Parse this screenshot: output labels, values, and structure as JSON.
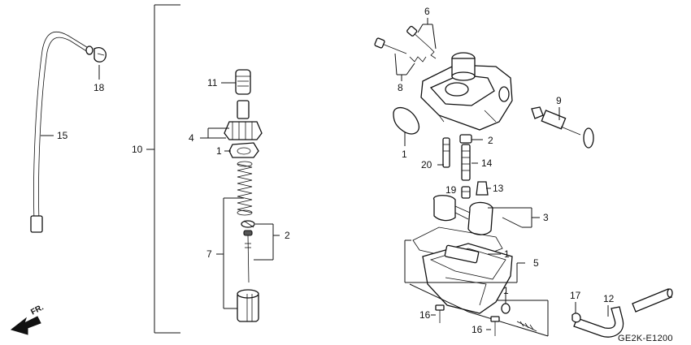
{
  "diagram": {
    "labels": {
      "p1": "1",
      "p2": "2",
      "p3": "3",
      "p4": "4",
      "p5": "5",
      "p6": "6",
      "p7": "7",
      "p8": "8",
      "p9": "9",
      "p10": "10",
      "p11": "11",
      "p12": "12",
      "p13": "13",
      "p14": "14",
      "p15": "15",
      "p16": "16",
      "p17": "17",
      "p18": "18",
      "p19": "19",
      "p20": "20"
    },
    "direction_label": "FR.",
    "diagram_code": "GE2K-E1200"
  }
}
